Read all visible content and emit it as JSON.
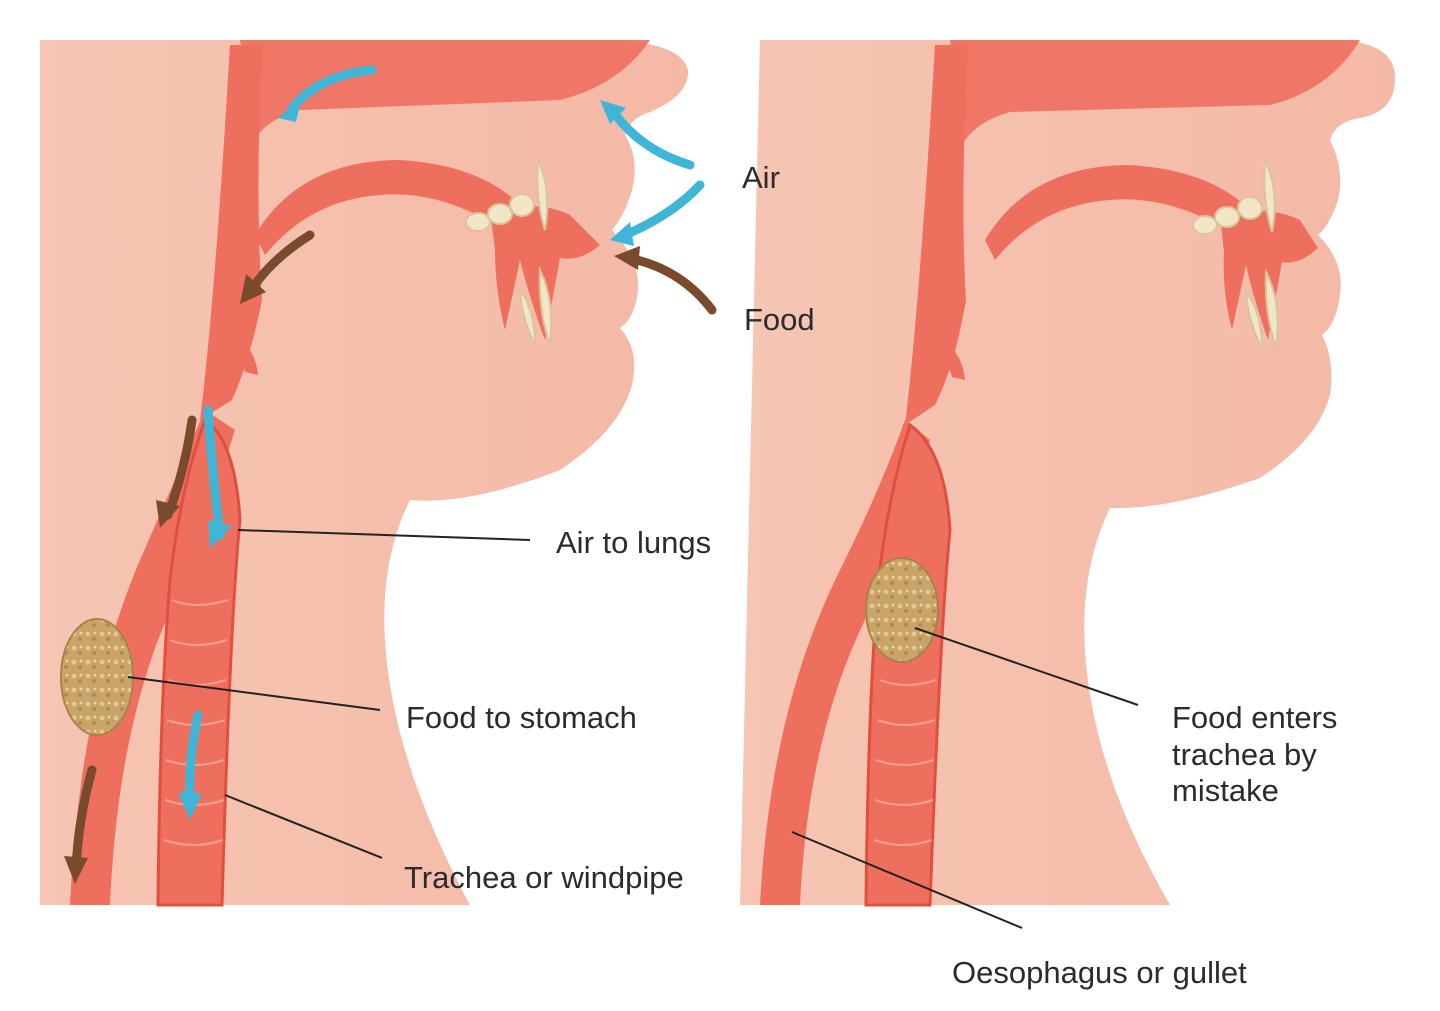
{
  "labels": {
    "air": "Air",
    "food": "Food",
    "air_to_lungs": "Air to lungs",
    "food_to_stomach": "Food to stomach",
    "trachea": "Trachea or windpipe",
    "food_enters": "Food enters trachea by mistake",
    "oesophagus": "Oesophagus or gullet"
  },
  "colors": {
    "skin": "#f4b9a6",
    "skin_light": "#f9d2c4",
    "tissue": "#ef6f5f",
    "tissue_dark": "#e0503f",
    "tooth": "#f3e6c8",
    "food_bolus": "#c9a468",
    "air_arrow": "#3fb5d8",
    "food_arrow": "#7a4a2c",
    "leader_line": "#222222"
  },
  "icons": {
    "air_flow": "air-arrow-icon",
    "food_flow": "food-arrow-icon"
  }
}
